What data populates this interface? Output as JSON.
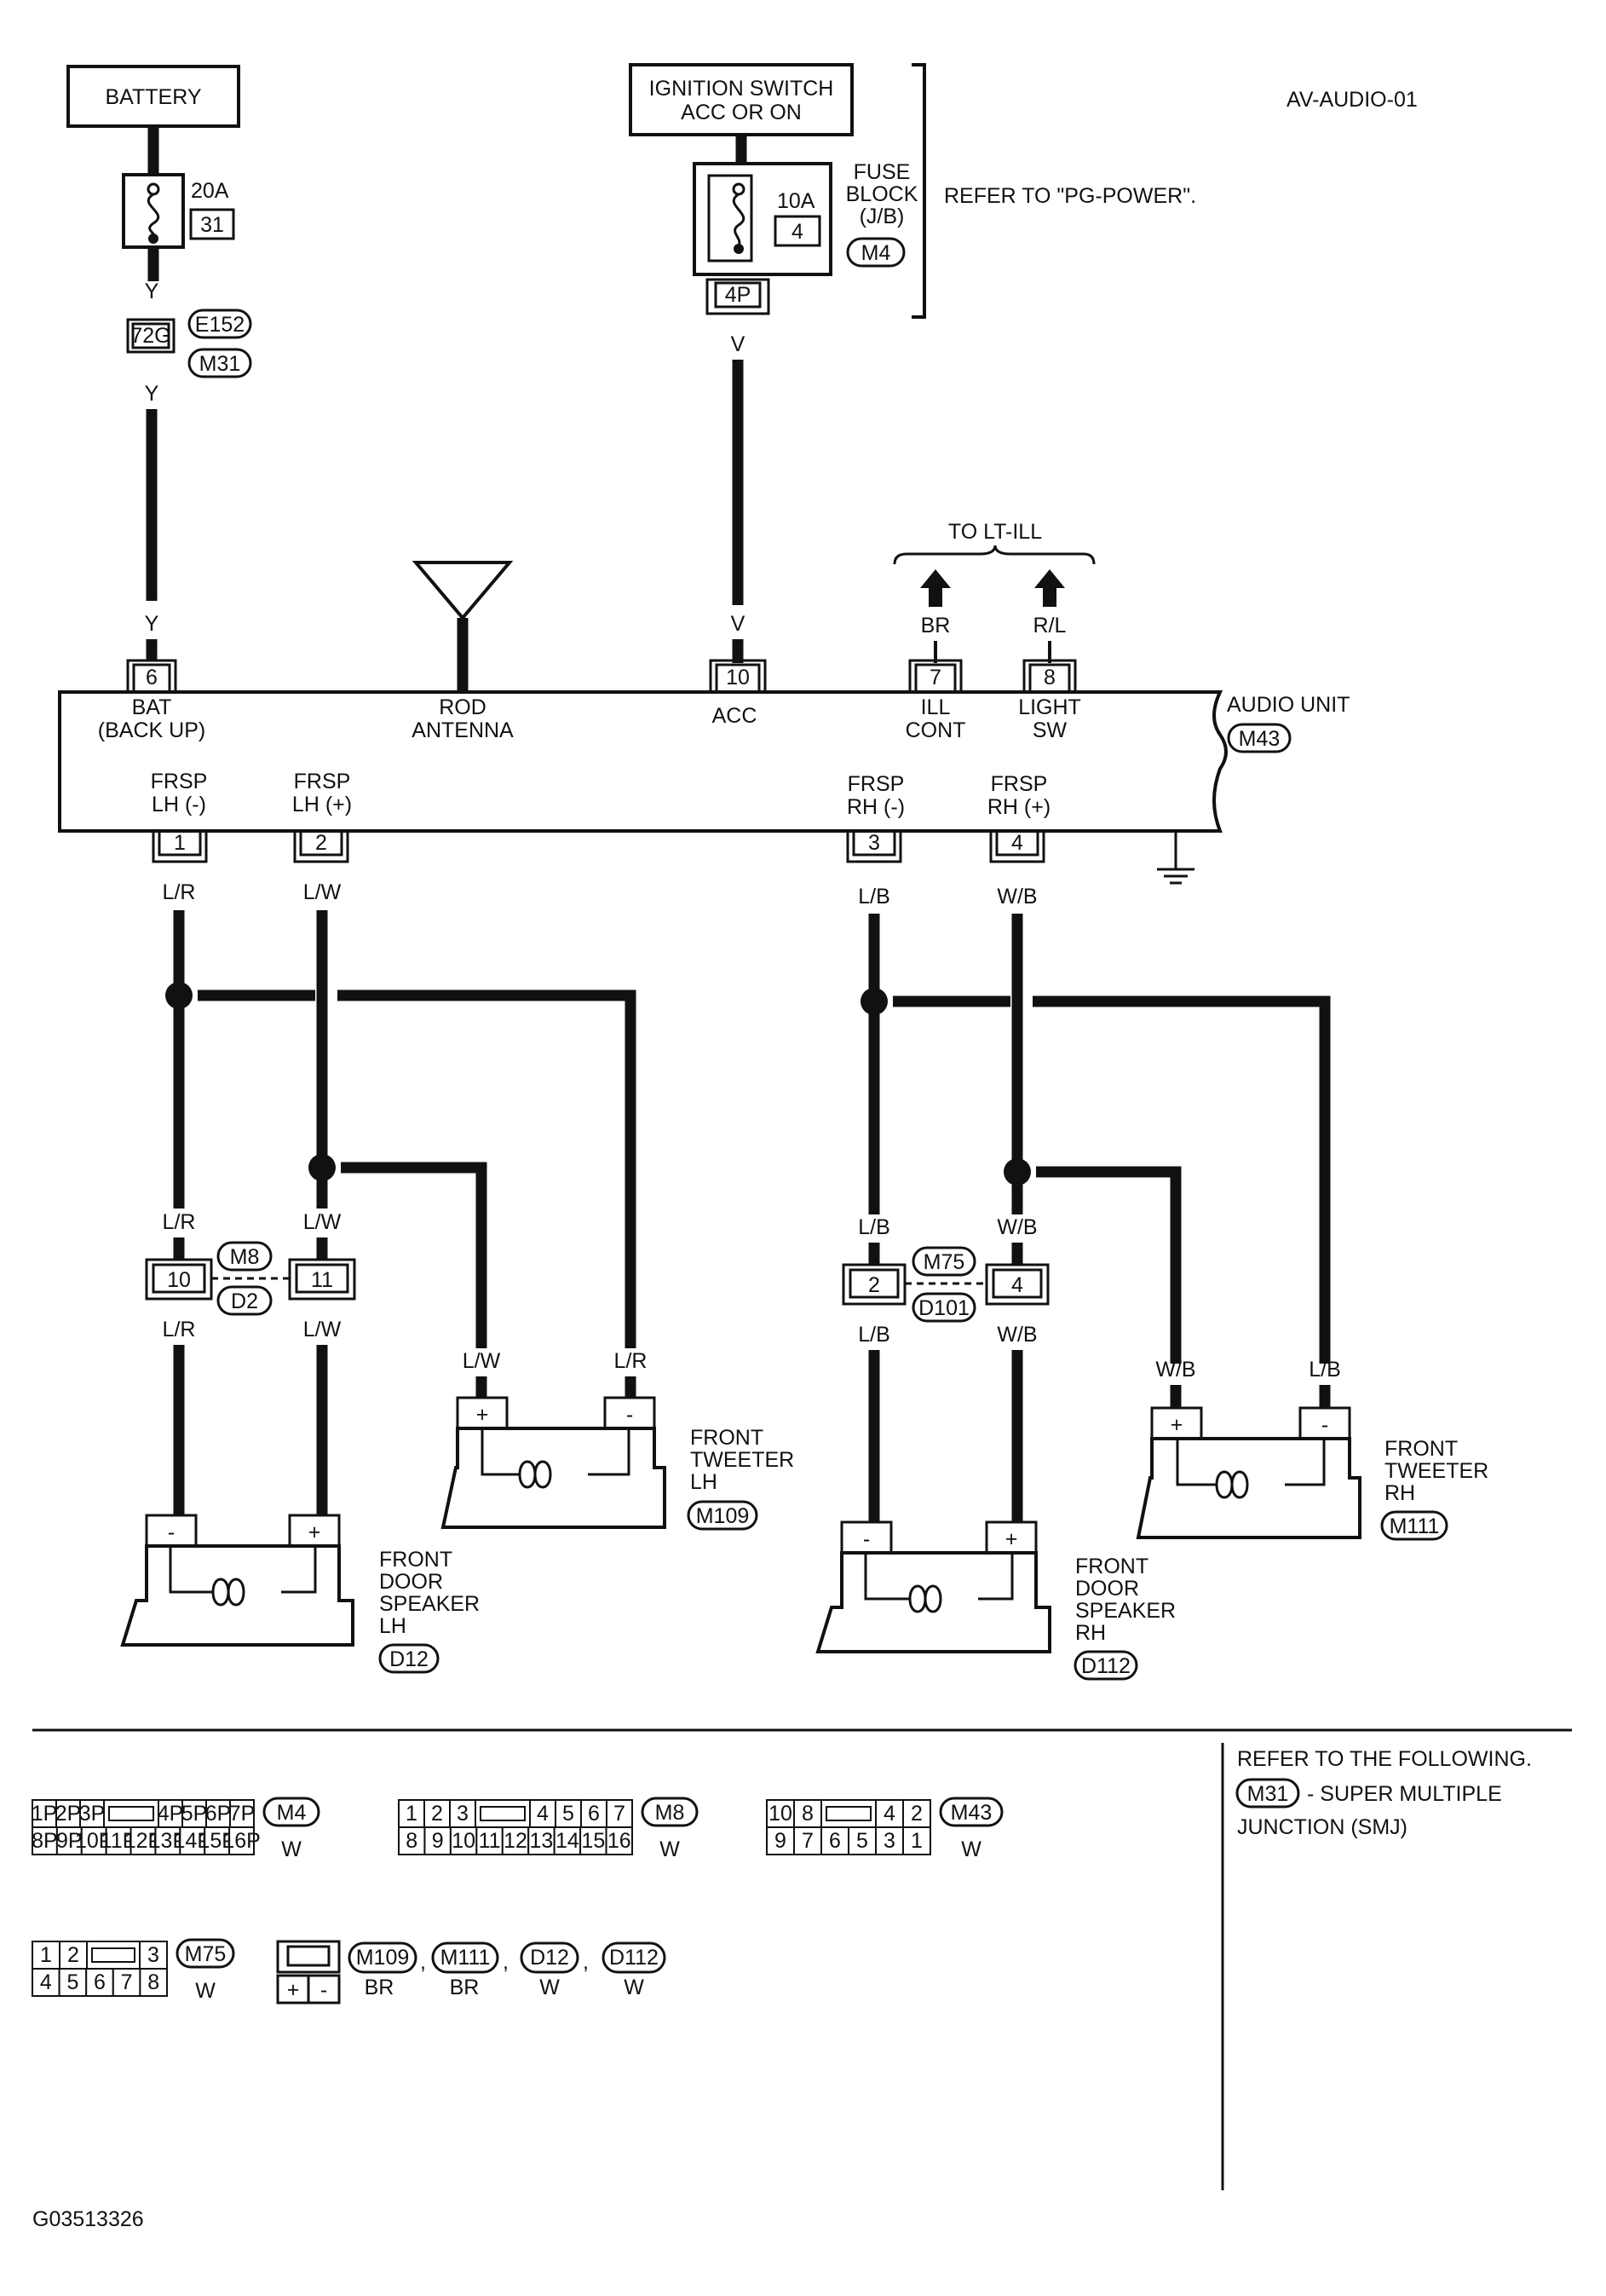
{
  "page_title": "AV-AUDIO-01",
  "image_code": "G03513326",
  "battery": {
    "label": "BATTERY",
    "fuse_amp": "20A",
    "fuse_no": "31",
    "wire_color": "Y"
  },
  "joint": {
    "connector": "72G",
    "ids": [
      "E152",
      "M31"
    ]
  },
  "ignition": {
    "label_line1": "IGNITION SWITCH",
    "label_line2": "ACC OR ON",
    "fuse_amp": "10A",
    "fuse_no": "4",
    "pin": "4P",
    "block_line1": "FUSE",
    "block_line2": "BLOCK",
    "block_line3": "(J/B)",
    "block_connector": "M4",
    "wire_color": "V",
    "refer_text": "REFER TO \"PG-POWER\"."
  },
  "to_lt_ill": "TO LT-ILL",
  "audio_unit": {
    "label": "AUDIO UNIT",
    "connector": "M43",
    "top_terminals": [
      {
        "pin": "6",
        "line1": "BAT",
        "line2": "(BACK UP)",
        "wire": "Y"
      },
      {
        "pin": "",
        "line1": "ROD",
        "line2": "ANTENNA",
        "wire": ""
      },
      {
        "pin": "10",
        "line1": "ACC",
        "line2": "",
        "wire": "V"
      },
      {
        "pin": "7",
        "line1": "ILL",
        "line2": "CONT",
        "wire": "BR"
      },
      {
        "pin": "8",
        "line1": "LIGHT",
        "line2": "SW",
        "wire": "R/L"
      }
    ],
    "bottom_terminals": [
      {
        "pin": "1",
        "line1": "FRSP",
        "line2": "LH (-)",
        "wire": "L/R"
      },
      {
        "pin": "2",
        "line1": "FRSP",
        "line2": "LH (+)",
        "wire": "L/W"
      },
      {
        "pin": "3",
        "line1": "FRSP",
        "line2": "RH (-)",
        "wire": "L/B"
      },
      {
        "pin": "4",
        "line1": "FRSP",
        "line2": "RH (+)",
        "wire": "W/B"
      }
    ]
  },
  "inline_connectors": [
    {
      "left_pin": "10",
      "right_pin": "11",
      "top_id": "M8",
      "bottom_id": "D2",
      "left_wire": "L/R",
      "right_wire": "L/W"
    },
    {
      "left_pin": "2",
      "right_pin": "4",
      "top_id": "M75",
      "bottom_id": "D101",
      "left_wire": "L/B",
      "right_wire": "W/B"
    }
  ],
  "speakers": [
    {
      "line1": "FRONT",
      "line2": "DOOR",
      "line3": "SPEAKER",
      "line4": "LH",
      "connector": "D12",
      "neg_wire": "L/R",
      "pos_wire": "L/W"
    },
    {
      "line1": "FRONT",
      "line2": "TWEETER",
      "line3": "LH",
      "line4": "",
      "connector": "M109",
      "neg_wire": "L/R",
      "pos_wire": "L/W"
    },
    {
      "line1": "FRONT",
      "line2": "DOOR",
      "line3": "SPEAKER",
      "line4": "RH",
      "connector": "D112",
      "neg_wire": "L/B",
      "pos_wire": "W/B"
    },
    {
      "line1": "FRONT",
      "line2": "TWEETER",
      "line3": "RH",
      "line4": "",
      "connector": "M111",
      "neg_wire": "L/B",
      "pos_wire": "W/B"
    }
  ],
  "connector_views": {
    "m4": {
      "id": "M4",
      "color": "W",
      "top": [
        "1P",
        "2P",
        "3P",
        "",
        "4P",
        "5P",
        "6P",
        "7P"
      ],
      "bottom": [
        "8P",
        "9P",
        "10P",
        "11P",
        "12P",
        "13P",
        "14P",
        "15P",
        "16P"
      ]
    },
    "m8": {
      "id": "M8",
      "color": "W",
      "top": [
        "1",
        "2",
        "3",
        "",
        "4",
        "5",
        "6",
        "7"
      ],
      "bottom": [
        "8",
        "9",
        "10",
        "11",
        "12",
        "13",
        "14",
        "15",
        "16"
      ]
    },
    "m43": {
      "id": "M43",
      "color": "W",
      "top": [
        "10",
        "8",
        "",
        "4",
        "2"
      ],
      "bottom": [
        "9",
        "7",
        "6",
        "5",
        "3",
        "1"
      ]
    },
    "m75": {
      "id": "M75",
      "color": "W",
      "top": [
        "1",
        "2",
        "",
        "3"
      ],
      "bottom": [
        "4",
        "5",
        "6",
        "7",
        "8"
      ]
    },
    "two_pin": {
      "pins": [
        "+",
        "-"
      ],
      "ids": [
        {
          "id": "M109",
          "color": "BR"
        },
        {
          "id": "M111",
          "color": "BR"
        },
        {
          "id": "D12",
          "color": "W"
        },
        {
          "id": "D112",
          "color": "W"
        }
      ]
    }
  },
  "refer_box": {
    "line1": "REFER TO THE FOLLOWING.",
    "connector": "M31",
    "line2": "- SUPER MULTIPLE",
    "line3": "JUNCTION (SMJ)"
  },
  "colors": {
    "ink": "#111111",
    "paper": "#ffffff"
  }
}
